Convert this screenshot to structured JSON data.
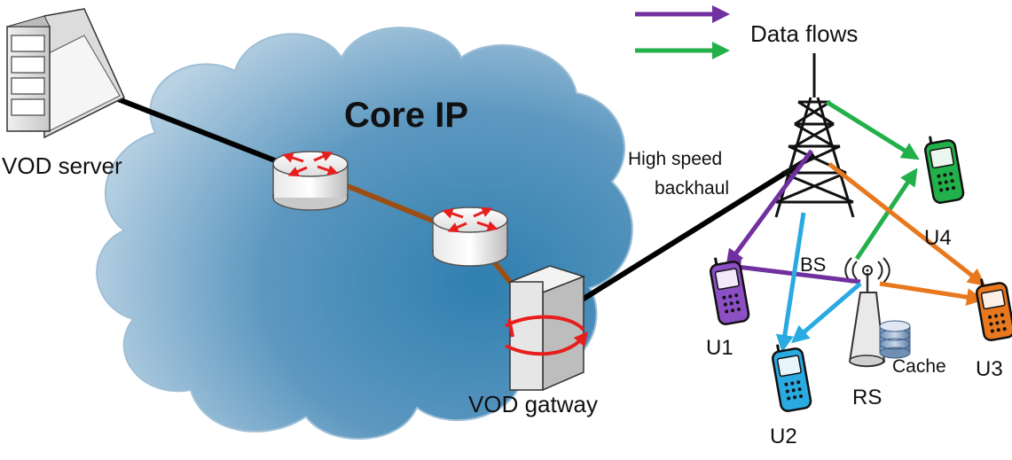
{
  "title": "Core IP",
  "legend": {
    "label": "Data flows"
  },
  "labels": {
    "vod_server": "VOD server",
    "vod_gateway": "VOD gatway",
    "backhaul_line1": "High speed",
    "backhaul_line2": "backhaul",
    "bs": "BS",
    "rs": "RS",
    "cache": "Cache",
    "u1": "U1",
    "u2": "U2",
    "u3": "U3",
    "u4": "U4"
  },
  "colors": {
    "cloud": "#4f8fb8",
    "purple_flow": "#7030a0",
    "green_flow": "#22b04a",
    "orange_flow": "#e8781e",
    "blue_flow": "#29aae1",
    "brown_link": "#9c4f14",
    "wired_link": "#000000",
    "router_arrows": "#e81e1e"
  },
  "icons": [
    "server-icon",
    "router-icon",
    "gateway-icon",
    "tower-icon",
    "relay-station-icon",
    "cache-database-icon",
    "mobile-phone-icon"
  ]
}
